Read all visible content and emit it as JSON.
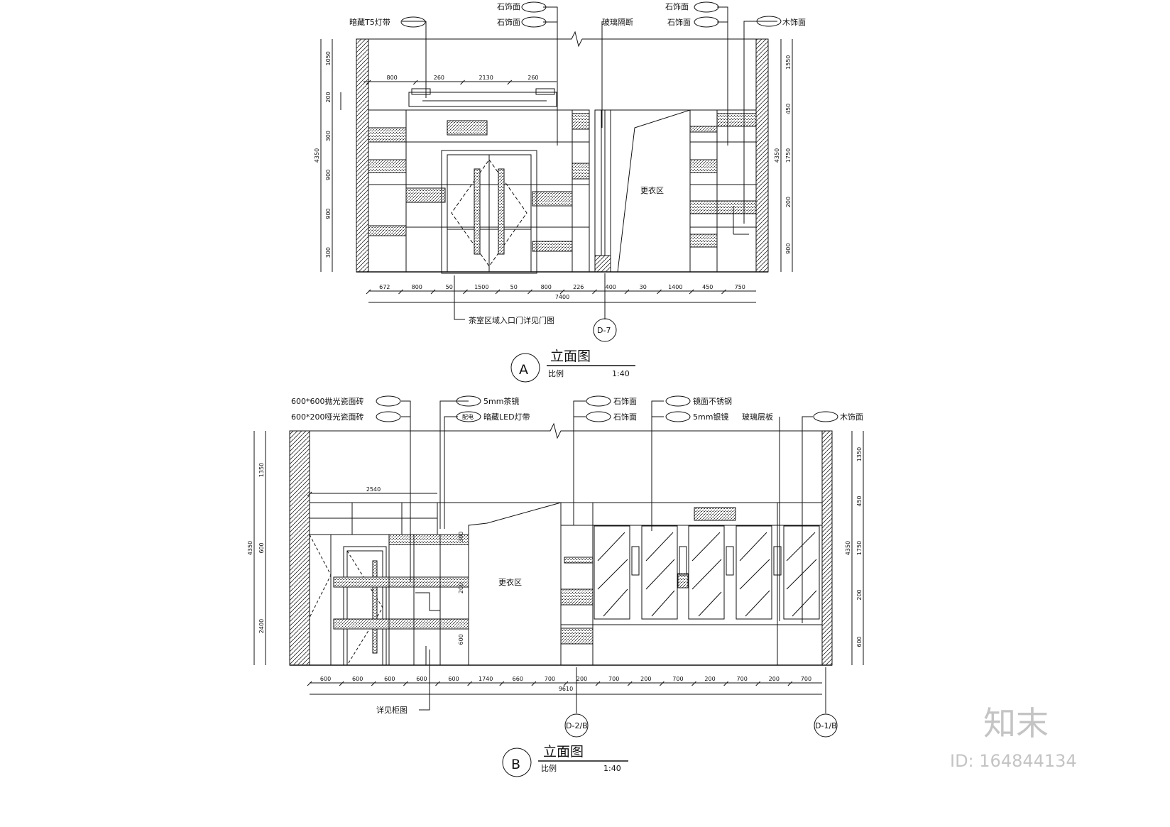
{
  "elevation_a": {
    "labels": {
      "t5_light": "暗藏T5灯带",
      "stone_1": "石饰面",
      "stone_2": "石饰面",
      "glass_partition": "玻璃隔断",
      "stone_3": "石饰面",
      "stone_4": "石饰面",
      "wood": "木饰面"
    },
    "top_dims": [
      "800",
      "260",
      "2130",
      "260"
    ],
    "left_dims": [
      "1050",
      "200",
      "300",
      "900",
      "900",
      "300"
    ],
    "left_total": "4350",
    "right_dims": [
      "1550",
      "450",
      "1750",
      "200",
      "900"
    ],
    "right_total": "4350",
    "bottom_dims": [
      "672",
      "800",
      "50",
      "1500",
      "50",
      "800",
      "226",
      "400",
      "30",
      "1400",
      "450",
      "750"
    ],
    "bottom_total": "7400",
    "zone_label": "更衣区",
    "door_note": "茶室区域入口门详见门图",
    "section_tag": "D-7",
    "title": {
      "letter": "A",
      "name": "立面图",
      "scale_label": "比例",
      "scale": "1:40"
    }
  },
  "elevation_b": {
    "labels": {
      "tile_600": "600*600抛光瓷面砖",
      "tile_200": "600*200哑光瓷面砖",
      "tea_glass": "5mm茶镜",
      "led": "暗藏LED灯带",
      "led_tag": "配电",
      "stone_1": "石饰面",
      "stone_2": "石饰面",
      "steel": "镜面不锈钢",
      "mirror": "5mm银镜",
      "glass_shelf": "玻璃层板",
      "wood": "木饰面"
    },
    "top_dims": [
      "2540"
    ],
    "left_dims": [
      "1350",
      "600",
      "2400"
    ],
    "left_total": "4350",
    "right_dims": [
      "1350",
      "450",
      "1750",
      "200",
      "600"
    ],
    "right_total": "4350",
    "inner_dims": [
      "300",
      "200",
      "600"
    ],
    "bottom_dims": [
      "600",
      "600",
      "600",
      "600",
      "600",
      "1740",
      "660",
      "700",
      "200",
      "700",
      "200",
      "700",
      "200",
      "700",
      "200",
      "700"
    ],
    "bottom_total": "9610",
    "zone_label": "更衣区",
    "detail_note": "详见柜图",
    "section_tags": [
      "D-2/B",
      "D-1/B"
    ],
    "title": {
      "letter": "B",
      "name": "立面图",
      "scale_label": "比例",
      "scale": "1:40"
    }
  },
  "watermark": {
    "logo": "知末",
    "id_text": "ID: 164844134"
  }
}
